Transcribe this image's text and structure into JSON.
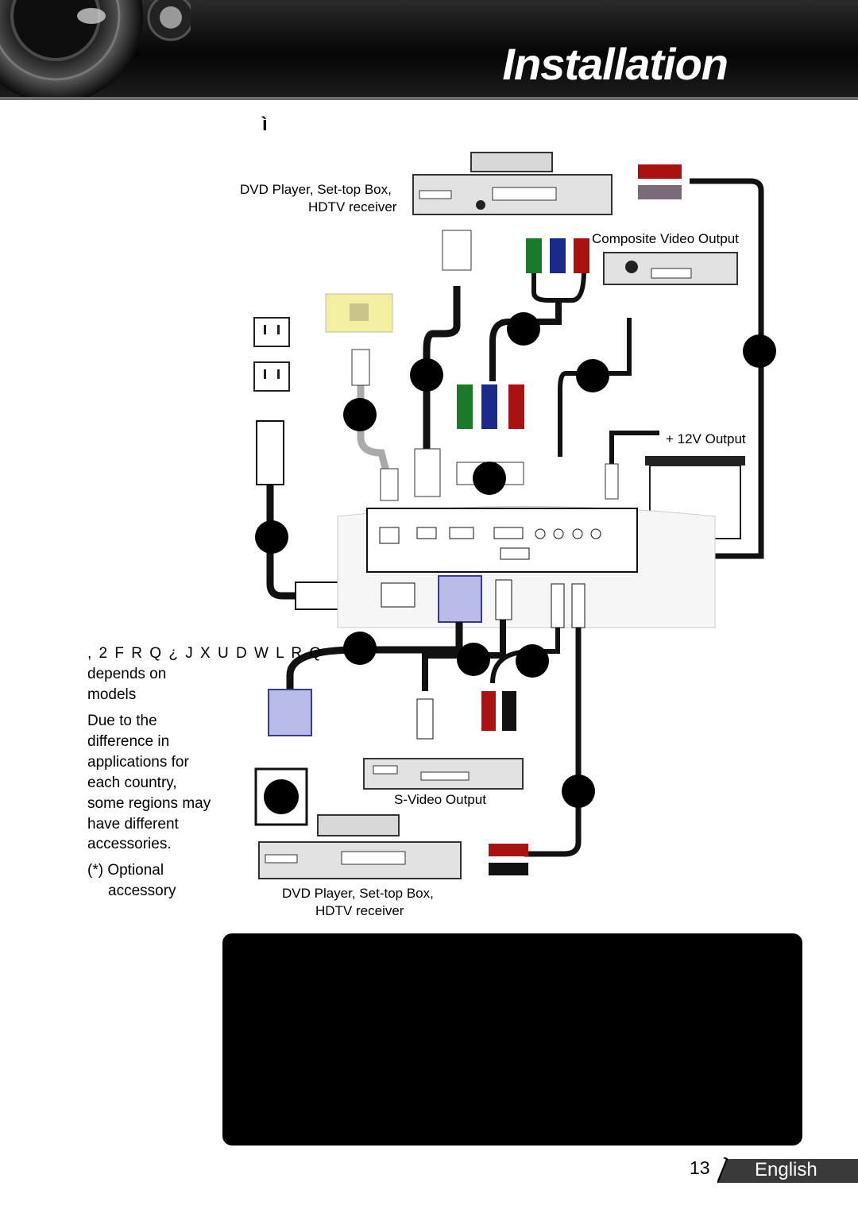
{
  "header": {
    "title": "Installation"
  },
  "section_heading": "ì",
  "labels": {
    "dvd_top_line1": "DVD Player, Set-top Box,",
    "dvd_top_line2": "HDTV receiver",
    "composite_video_output": "Composite Video Output",
    "twelve_v_output": "+ 12V Output",
    "svideo_output": "S-Video Output",
    "dvd_bottom_line1": "DVD Player, Set-top Box,",
    "dvd_bottom_line2": "HDTV receiver"
  },
  "sidebar_note": {
    "line1": ", 2  F R Q ¿ J X U D W L R Q",
    "line2": "depends on",
    "line3": "models",
    "para2": [
      "Due to the",
      "difference in",
      "applications for",
      "each country,",
      "some regions may",
      "have different",
      "accessories."
    ],
    "optional1": "(*) Optional",
    "optional2": "accessory"
  },
  "footer": {
    "page_number": "13",
    "language": "English"
  },
  "colors": {
    "header_bg": "#0b0b0b",
    "lang_tab": "#3a3a3a",
    "note_box": "#000000"
  }
}
